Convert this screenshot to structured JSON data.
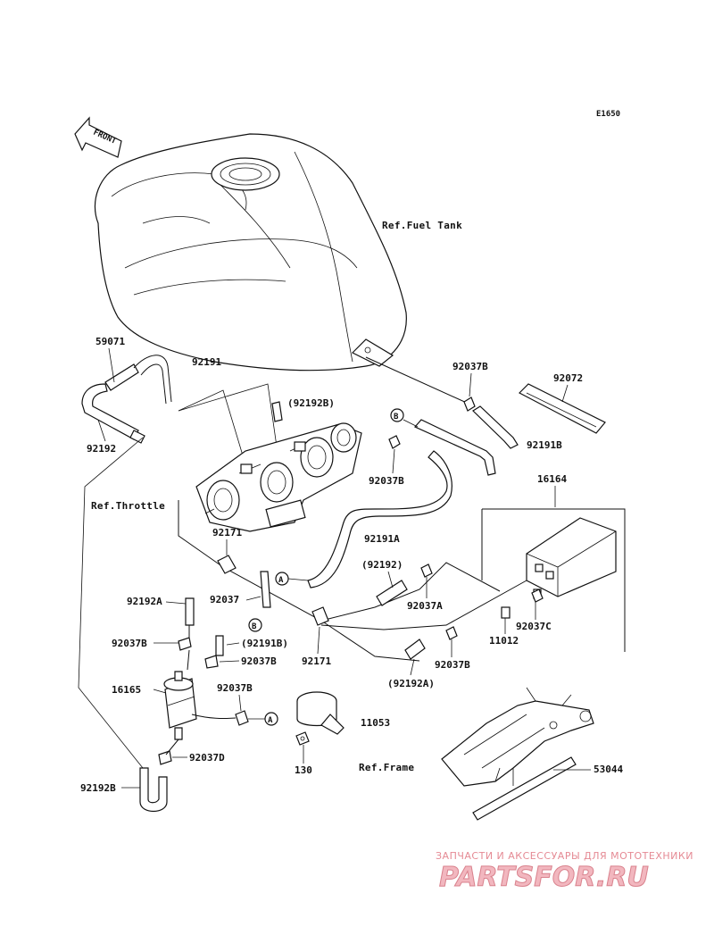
{
  "diagram_code": "E1650",
  "front_label": "FRONT",
  "refs": {
    "fuel_tank": "Ref.Fuel Tank",
    "throttle": "Ref.Throttle",
    "frame": "Ref.Frame"
  },
  "callouts": {
    "a1": "A",
    "a2": "A",
    "b1": "B",
    "b2": "B"
  },
  "parts": {
    "p59071": "59071",
    "p92191": "92191",
    "p92192": "92192",
    "p92192B_paren": "(92192B)",
    "p92037B_top": "92037B",
    "p92072": "92072",
    "p92191B": "92191B",
    "p92037B_mid": "92037B",
    "p16164": "16164",
    "p92171_top": "92171",
    "p92191A": "92191A",
    "p92192_paren": "(92192)",
    "p92037A": "92037A",
    "p92037C": "92037C",
    "p11012": "11012",
    "p92192A": "92192A",
    "p92037": "92037",
    "p92037B_left": "92037B",
    "p92191B_paren": "(92191B)",
    "p92037B_b2": "92037B",
    "p92171_bot": "92171",
    "p92037B_r": "92037B",
    "p92192A_paren": "(92192A)",
    "p16165": "16165",
    "p92037B_lo": "92037B",
    "p11053": "11053",
    "p92037D": "92037D",
    "p130": "130",
    "p53044": "53044",
    "p92192B": "92192B"
  },
  "watermark": {
    "tagline": "ЗАПЧАСТИ И АКСЕССУАРЫ ДЛЯ МОТОТЕХНИКИ",
    "brand": "PARTSFOR.RU"
  }
}
